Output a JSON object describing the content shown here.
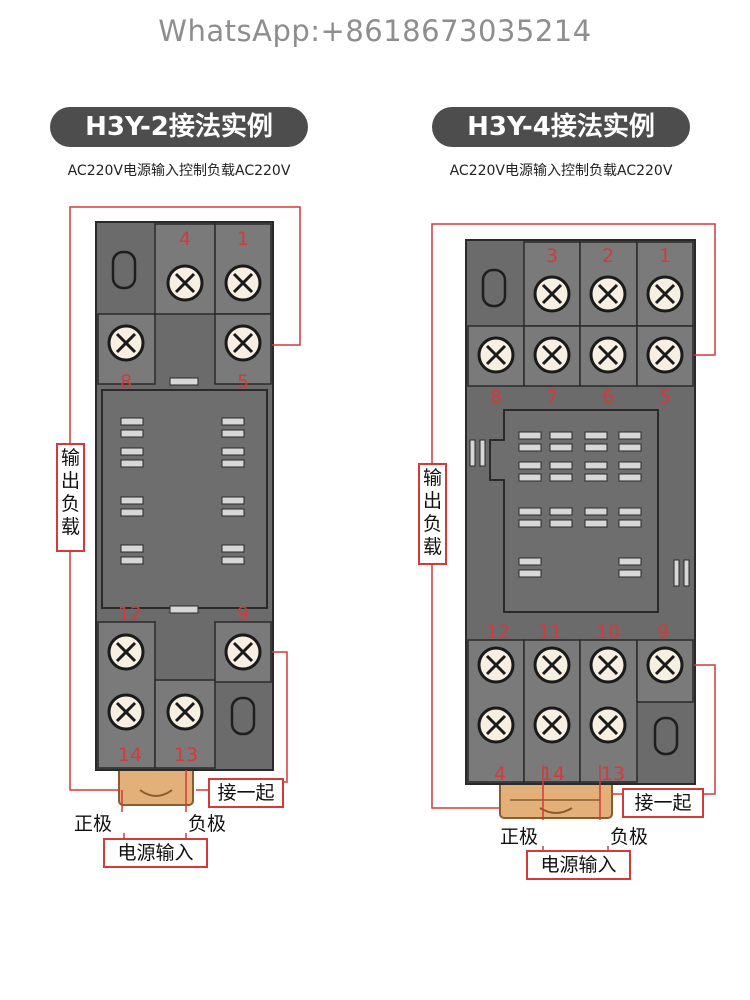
{
  "watermark": "WhatsApp:+8618673035214",
  "left": {
    "title": "H3Y-2接法实例",
    "subtitle": "AC220V电源输入控制负载AC220V",
    "output_label": [
      "输",
      "出",
      "负",
      "载"
    ],
    "together_label": "接一起",
    "positive_label": "正极",
    "negative_label": "负极",
    "power_label": "电源输入",
    "terminals": [
      "4",
      "1",
      "8",
      "5",
      "12",
      "9",
      "14",
      "13"
    ]
  },
  "right": {
    "title": "H3Y-4接法实例",
    "subtitle": "AC220V电源输入控制负载AC220V",
    "output_label": [
      "输",
      "出",
      "负",
      "载"
    ],
    "together_label": "接一起",
    "positive_label": "正极",
    "negative_label": "负极",
    "power_label": "电源输入",
    "terminals": [
      "3",
      "2",
      "1",
      "8",
      "7",
      "6",
      "5",
      "12",
      "11",
      "10",
      "9",
      "4",
      "14",
      "13"
    ]
  },
  "colors": {
    "body": "#6b6b6b",
    "outline": "#2a2a2a",
    "terminal_number": "#d33a3a",
    "wire": "#d33a3a",
    "screw": "#f6efe2",
    "base": "#e3b07a",
    "pill": "#4d4d4d"
  },
  "icons": [
    "screw-terminal-icon",
    "mounting-hole-icon",
    "socket-slot-icon"
  ]
}
